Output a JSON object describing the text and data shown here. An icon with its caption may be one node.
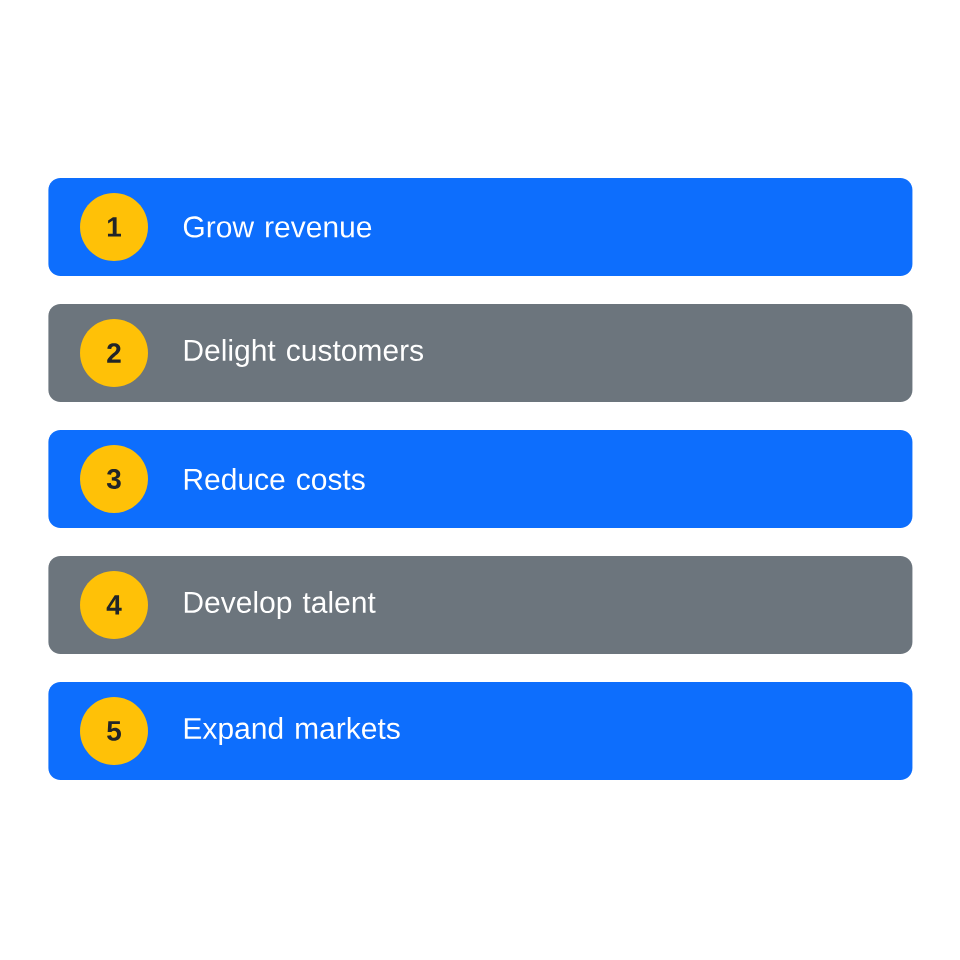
{
  "diagram": {
    "nodes": [
      {
        "text": [
          "Grow revenue"
        ]
      },
      {
        "text": [
          "1"
        ],
        "in": 0
      },
      {
        "text": [
          "Delight customers"
        ]
      },
      {
        "text": [
          "2"
        ],
        "in": 2
      },
      {
        "text": [
          "Reduce costs"
        ]
      },
      {
        "text": [
          "3"
        ],
        "in": 4
      },
      {
        "text": [
          "Develop talent"
        ]
      },
      {
        "text": [
          "4"
        ],
        "in": 6
      },
      {
        "text": [
          "Expand markets"
        ]
      },
      {
        "text": [
          "5"
        ],
        "in": 8
      }
    ]
  }
}
